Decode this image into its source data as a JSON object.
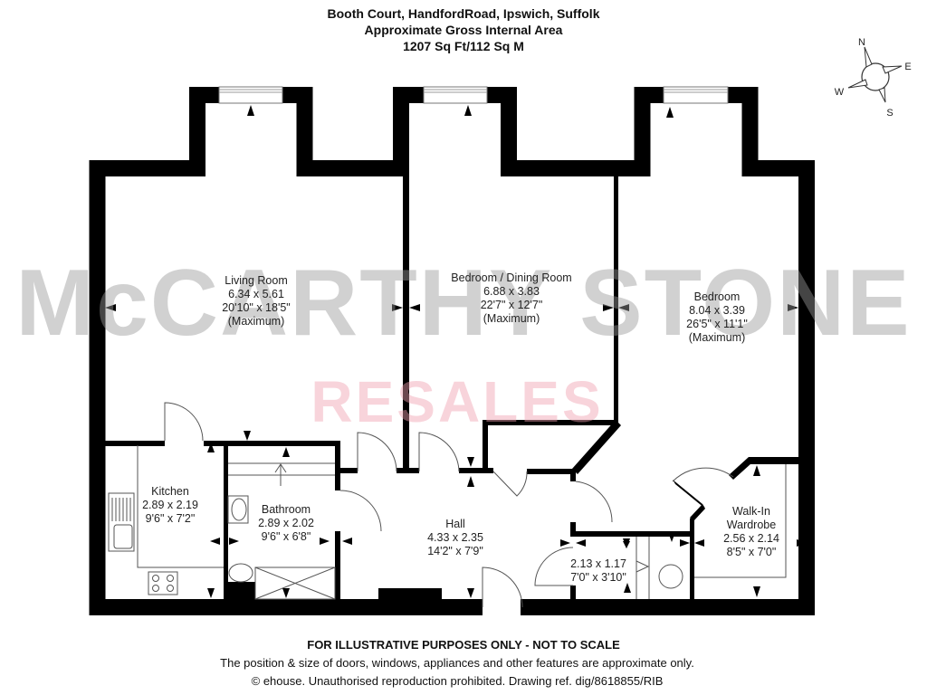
{
  "header": {
    "address": "Booth Court, HandfordRoad, Ipswich, Suffolk",
    "area_label": "Approximate Gross Internal Area",
    "area_value": "1207 Sq Ft/112 Sq M"
  },
  "watermark": {
    "brand": "McCARTHY STONE",
    "sub": "RESALES"
  },
  "compass": {
    "n": "N",
    "e": "E",
    "s": "S",
    "w": "W"
  },
  "rooms": {
    "living": {
      "name": "Living Room",
      "metric": "6.34 x 5.61",
      "imperial": "20'10\" x 18'5\"",
      "note": "(Maximum)"
    },
    "dining": {
      "name": "Bedroom / Dining Room",
      "metric": "6.88 x 3.83",
      "imperial": "22'7\" x 12'7\"",
      "note": "(Maximum)"
    },
    "bedroom": {
      "name": "Bedroom",
      "metric": "8.04 x 3.39",
      "imperial": "26'5\" x 11'1\"",
      "note": "(Maximum)"
    },
    "kitchen": {
      "name": "Kitchen",
      "metric": "2.89 x 2.19",
      "imperial": "9'6\" x 7'2\""
    },
    "bathroom": {
      "name": "Bathroom",
      "metric": "2.89 x 2.02",
      "imperial": "9'6\" x 6'8\""
    },
    "hall": {
      "name": "Hall",
      "metric": "4.33 x 2.35",
      "imperial": "14'2\" x 7'9\""
    },
    "store": {
      "metric": "2.13 x 1.17",
      "imperial": "7'0\" x 3'10\""
    },
    "wardrobe": {
      "name1": "Walk-In",
      "name2": "Wardrobe",
      "metric": "2.56 x 2.14",
      "imperial": "8'5\" x 7'0\""
    }
  },
  "footer": {
    "disclaimer": "FOR ILLUSTRATIVE PURPOSES ONLY - NOT TO SCALE",
    "note": "The position & size of doors, windows, appliances and other features are approximate only.",
    "copyright": "© ehouse. Unauthorised reproduction prohibited. Drawing ref. dig/8618855/RIB"
  }
}
